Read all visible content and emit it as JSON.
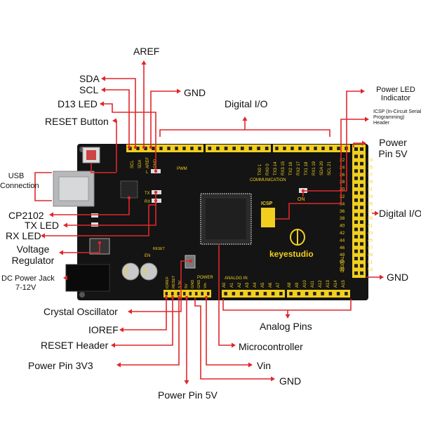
{
  "labels": {
    "aref": "AREF",
    "sda": "SDA",
    "scl": "SCL",
    "gnd_top": "GND",
    "d13_led": "D13 LED",
    "digital_io_top": "Digital I/O",
    "reset_button": "RESET Button",
    "power_led_indicator": "Power LED\nIndicator",
    "icsp_header": "ICSP (In-Circuit Serial\nProgramming)\nHeader",
    "power_pin_5v_right": "Power\nPin 5V",
    "usb_connection": "USB\nConnection",
    "cp2102": "CP2102",
    "tx_led": "TX LED",
    "rx_led": "RX LED",
    "voltage_regulator": "Voltage\nRegulator",
    "dc_power_jack": "DC Power Jack",
    "dc_power_jack_voltage": "7-12V",
    "digital_io_right": "Digital I/O",
    "gnd_right": "GND",
    "crystal_oscillator": "Crystal Oscillator",
    "ioref": "IOREF",
    "reset_header": "RESET Header",
    "power_pin_3v3": "Power Pin 3V3",
    "power_pin_5v_bottom": "Power Pin 5V",
    "analog_pins": "Analog Pins",
    "microcontroller": "Microcontroller",
    "vin": "Vin",
    "gnd_bottom": "GND"
  },
  "board": {
    "brand": "keyestudio",
    "silk_pwm": "PWM",
    "silk_communication": "COMMUNICATION",
    "silk_analog_in": "ANALOG IN",
    "silk_power": "POWER",
    "silk_digital": "DIGITAL",
    "silk_icsp": "ICSP",
    "silk_on": "ON",
    "silk_tx": "TX",
    "silk_rx": "RX",
    "silk_en": "EN",
    "silk_reset": "RESET",
    "silk_l": "L",
    "top_header_labels": [
      "SCL",
      "SDA",
      "AREF",
      "GND"
    ],
    "comm_labels": [
      "TX0 1",
      "RX0 0",
      "TX3 14",
      "RX3 15",
      "TX2 16",
      "RX2 17",
      "TX1 18",
      "RX1 19",
      "SDA 20",
      "SCL 21"
    ],
    "power_header_labels": [
      "IOREF",
      "RESET",
      "3.3V",
      "5V",
      "GND",
      "GND",
      "Vin"
    ],
    "analog_labels_left": [
      "A0",
      "A1",
      "A2",
      "A3",
      "A4",
      "A5",
      "A6",
      "A7"
    ],
    "analog_labels_right": [
      "A8",
      "A9",
      "A10",
      "A11",
      "A12",
      "A13",
      "A14",
      "A15"
    ],
    "digital_even": [
      "22",
      "24",
      "26",
      "28",
      "30",
      "32",
      "34",
      "36",
      "38",
      "40",
      "42",
      "44",
      "46",
      "48",
      "50",
      "52"
    ],
    "digital_odd": [
      "23",
      "25",
      "27",
      "29",
      "31",
      "33",
      "35",
      "37",
      "39",
      "41",
      "43",
      "45",
      "47",
      "49",
      "51",
      "53"
    ],
    "cap_text": "47\n25V"
  },
  "colors": {
    "board": "#141414",
    "accent": "#e0262b",
    "header": "#f2cf1f",
    "silkscreen": "#f2cf1f"
  }
}
